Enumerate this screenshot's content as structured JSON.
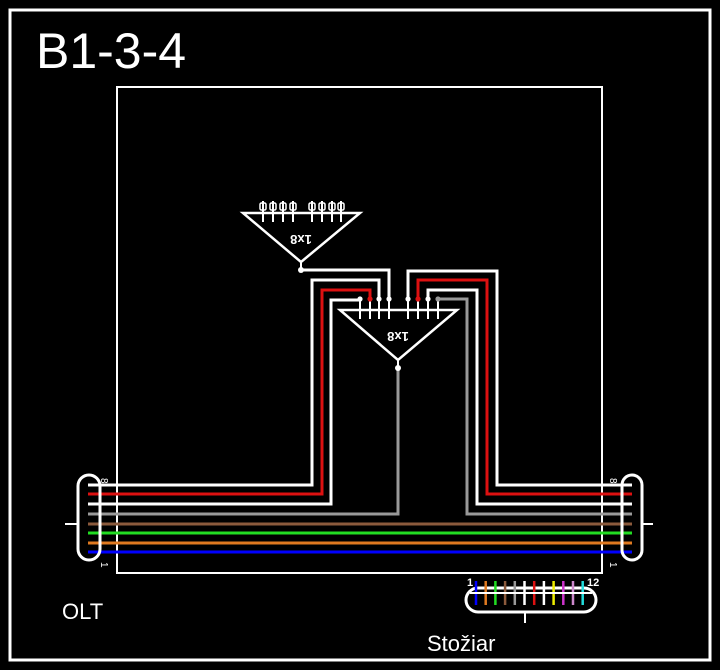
{
  "title": "B1-3-4",
  "labels": {
    "olt": "OLT",
    "pole": "Stožiar"
  },
  "splitters": [
    {
      "label": "1x8"
    },
    {
      "label": "1x8"
    }
  ],
  "cable_left": {
    "top_label": "8",
    "bottom_label": "1"
  },
  "cable_right": {
    "top_label": "8",
    "bottom_label": "1"
  },
  "connector": {
    "first_label": "1",
    "last_label": "12",
    "fiber_colors": [
      "#0000ff",
      "#e07a20",
      "#22dd22",
      "#8b5a3c",
      "#999999",
      "#ffffff",
      "#dd1111",
      "#ffffff",
      "#eeee00",
      "#cc33cc",
      "#cc88cc",
      "#22dddd"
    ]
  },
  "fiber_colors": [
    "#ffffff",
    "#dd1111",
    "#ffffff",
    "#999999",
    "#8b5a3c",
    "#22dd22",
    "#e07a20",
    "#0000ff"
  ],
  "colors": {
    "background": "#000000",
    "frame": "#ffffff"
  }
}
